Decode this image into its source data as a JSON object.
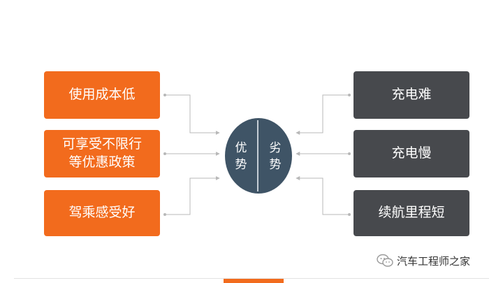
{
  "diagram": {
    "advantages": [
      {
        "label": "使用成本低"
      },
      {
        "label": "可享受不限行\n等优惠政策"
      },
      {
        "label": "驾乘感受好"
      }
    ],
    "disadvantages": [
      {
        "label": "充电难"
      },
      {
        "label": "充电慢"
      },
      {
        "label": "续航里程短"
      }
    ],
    "center": {
      "left_label": "优\n势",
      "right_label": "劣\n势"
    }
  },
  "watermark": {
    "text": "汽车工程师之家",
    "icon": "wechat-icon"
  },
  "colors": {
    "advantage_box": "#f26b1d",
    "disadvantage_box": "#47494d",
    "center_circle": "#3f5466",
    "connector": "#b8b8b8"
  }
}
